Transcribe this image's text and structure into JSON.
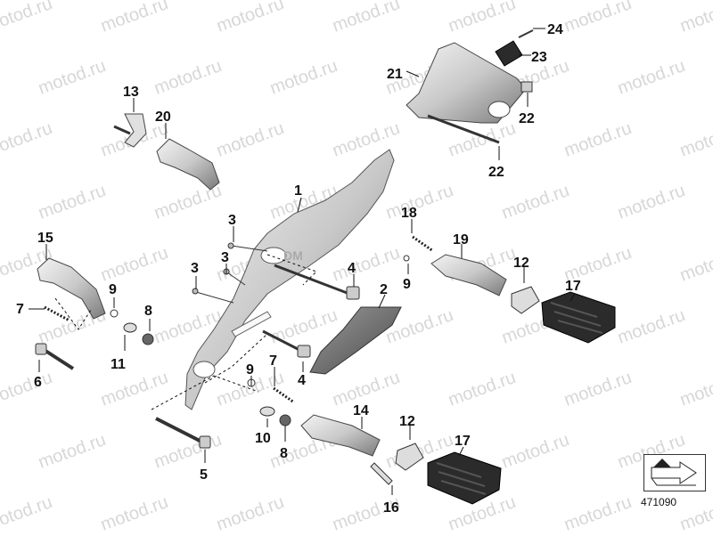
{
  "watermark": "motod.ru",
  "reference_code": "471090",
  "callouts": [
    "1",
    "2",
    "3",
    "3",
    "3",
    "4",
    "4",
    "5",
    "6",
    "7",
    "7",
    "8",
    "8",
    "9",
    "9",
    "9",
    "10",
    "11",
    "12",
    "12",
    "13",
    "14",
    "15",
    "16",
    "17",
    "17",
    "18",
    "19",
    "20",
    "21",
    "22",
    "22",
    "23",
    "24"
  ],
  "colors": {
    "metal_light": "#e8e8e8",
    "metal_mid": "#b5b5b5",
    "metal_dark": "#6d6d6d",
    "rubber": "#2b2b2b",
    "outline": "#111111"
  }
}
